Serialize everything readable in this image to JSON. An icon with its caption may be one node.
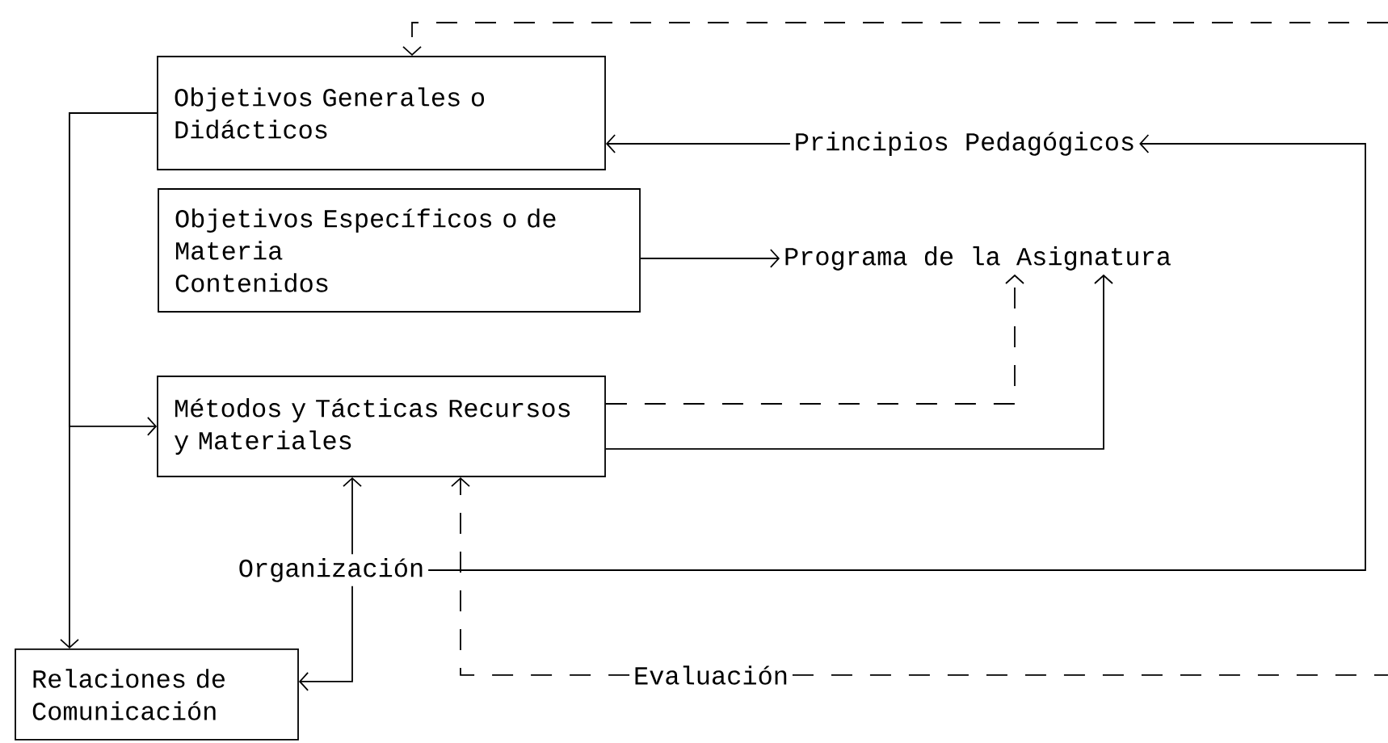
{
  "diagram": {
    "nodes": [
      {
        "text": [
          "Objetivos Generales o Didácticos"
        ]
      },
      {
        "text": [
          "Objetivos Específicos o de Materia",
          "Contenidos"
        ]
      },
      {
        "text": [
          "Métodos y Tácticas Recursos y Materiales"
        ]
      },
      {
        "text": [
          "Relaciones de Comunicación"
        ]
      },
      {
        "text": [
          "Principios Pedagógicos"
        ]
      },
      {
        "text": [
          "Programa de la Asignatura"
        ]
      },
      {
        "text": [
          "Organización"
        ]
      },
      {
        "text": [
          "Evaluación"
        ]
      }
    ],
    "edges": [
      {
        "from": 0,
        "to": 3,
        "arrow": "to"
      },
      {
        "from": 0,
        "to": 2,
        "arrow": "to"
      },
      {
        "from": 4,
        "to": 0,
        "arrow": "to"
      },
      {
        "from": 1,
        "to": 5,
        "arrow": "to"
      },
      {
        "from": 2,
        "to": 5,
        "arrow": "to",
        "style": "dashed"
      },
      {
        "from": 2,
        "to": 5,
        "arrow": "to"
      },
      {
        "from": 6,
        "to": 2,
        "arrow": "to"
      },
      {
        "from": 6,
        "to": 4,
        "arrow": "to"
      },
      {
        "from": 6,
        "to": 3,
        "arrow": "to"
      },
      {
        "from": 7,
        "to": 2,
        "arrow": "to",
        "style": "dashed"
      },
      {
        "from": 7,
        "to": null,
        "arrow": "none",
        "style": "dashed"
      },
      {
        "from": null,
        "to": 0,
        "arrow": "to",
        "style": "dashed"
      }
    ]
  }
}
